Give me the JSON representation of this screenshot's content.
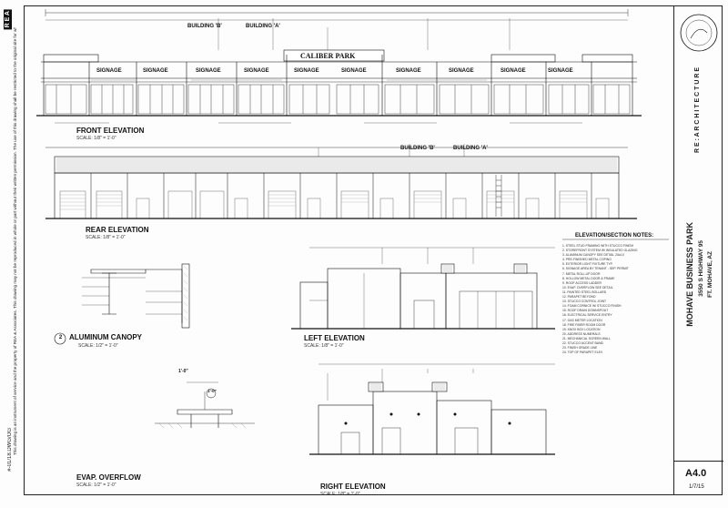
{
  "sheet": {
    "rea_label": "R E A",
    "legal_notice": "This drawing is an instrument of service and the property of REA & Associates. This drawing may not be reproduced in whole or part without their written permission. The use of this drawing shall be restricted to the original site for which it was prepared.",
    "file_ref": "#-01/18.DWG/OG",
    "sheet_number": "A4.0",
    "date": "1/7/15"
  },
  "title_block": {
    "firm": "R E : A R C H I T E C T U R E",
    "project": "MOHAVE BUSINESS PARK",
    "address": "3550 S HIGHWAY 95",
    "city": "FT. MOHAVE, AZ"
  },
  "views": {
    "front": {
      "title": "FRONT ELEVATION",
      "scale": "SCALE: 1/8\" = 1'-0\""
    },
    "rear": {
      "title": "REAR ELEVATION",
      "scale": "SCALE: 1/8\" = 1'-0\""
    },
    "canopy": {
      "number": "2",
      "title": "ALUMINUM CANOPY",
      "scale": "SCALE: 1/2\" = 1'-0\""
    },
    "left": {
      "title": "LEFT ELEVATION",
      "scale": "SCALE: 1/8\" = 1'-0\""
    },
    "overflow": {
      "title": "EVAP. OVERFLOW",
      "scale": "SCALE: 1/2\" = 1'-0\""
    },
    "right": {
      "title": "RIGHT ELEVATION",
      "scale": "SCALE: 1/8\" = 1'-0\""
    }
  },
  "front_labels": {
    "building_b": "BUILDING 'B'",
    "building_a": "BUILDING 'A'",
    "center_sign": "CALIBER PARK",
    "signage": "SIGNAGE"
  },
  "rear_labels": {
    "building_b": "BUILDING 'B'",
    "building_a": "BUILDING 'A'"
  },
  "dims": {
    "canopy": "1'-0\"",
    "overflow": "1'-0\""
  },
  "notes": {
    "title": "ELEVATION/SECTION NOTES:",
    "items": [
      "1. STEEL STUD FRAMING WITH STUCCO FINISH",
      "2. STOREFRONT SYSTEM W/ INSULATED GLAZING",
      "3. ALUMINUM CANOPY SEE DETAIL 2/A4.0",
      "4. PRE-FINISHED METAL COPING",
      "5. EXTERIOR LIGHT FIXTURE TYP.",
      "6. SIGNAGE AREA BY TENANT - SEP. PERMIT",
      "7. METAL ROLL-UP DOOR",
      "8. HOLLOW METAL DOOR & FRAME",
      "9. ROOF ACCESS LADDER",
      "10. EVAP. OVERFLOW SEE DETAIL",
      "11. PAINTED STEEL BOLLARD",
      "12. PARAPET BEYOND",
      "13. STUCCO CONTROL JOINT",
      "14. FOAM CORNICE W/ STUCCO FINISH",
      "15. ROOF DRAIN DOWNSPOUT",
      "16. ELECTRICAL SERVICE ENTRY",
      "17. GAS METER LOCATION",
      "18. FIRE RISER ROOM DOOR",
      "19. KNOX BOX LOCATION",
      "20. ADDRESS NUMERALS",
      "21. MECHANICAL SCREEN WALL",
      "22. STUCCO ACCENT BAND",
      "23. FINISH GRADE LINE",
      "24. TOP OF PARAPET ELEV."
    ]
  },
  "colors": {
    "ink": "#111111",
    "paper": "#fdfdfd",
    "hatch": "#555555"
  }
}
